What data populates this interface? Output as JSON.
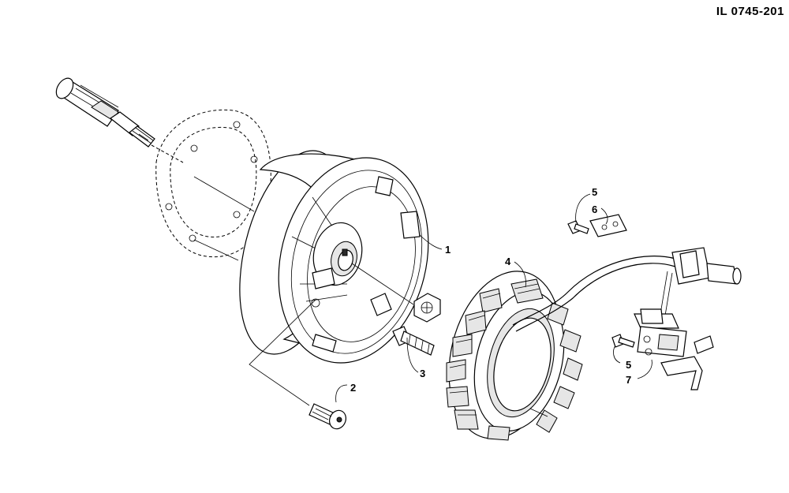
{
  "illustration_id": "IL 0745-201",
  "callouts": {
    "c1": "1",
    "c2": "2",
    "c3": "3",
    "c4": "4",
    "c5a": "5",
    "c6": "6",
    "c5b": "5",
    "c7": "7"
  }
}
